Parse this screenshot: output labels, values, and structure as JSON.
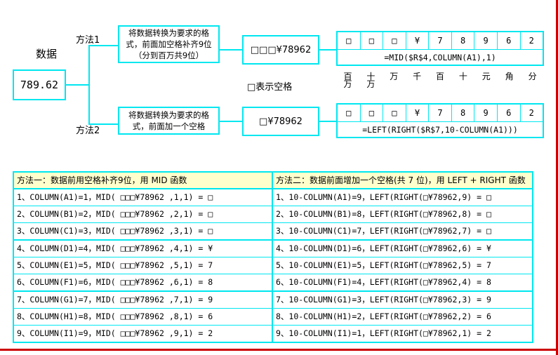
{
  "colors": {
    "accent_cyan": "#00e7f0",
    "header_yellow": "#ffffcc",
    "page_rule_red": "#cc0000",
    "text": "#000000"
  },
  "diagram": {
    "data_title": "数据",
    "data_value": "789.62",
    "method1_label": "方法1",
    "method2_label": "方法2",
    "method1_desc_lines": [
      "将数据转换为要求的格",
      "式，前面加空格补齐9位",
      "（分到百万共9位）"
    ],
    "method2_desc_lines": [
      "将数据转换为要求的格",
      "式，前面加一个空格"
    ],
    "sample1": "□□□¥78962",
    "sample2": "□¥78962",
    "blank_note": "□表示空格",
    "strip1": {
      "cells": [
        "□",
        "□",
        "□",
        "¥",
        "7",
        "8",
        "9",
        "6",
        "2"
      ],
      "formula": "=MID($R$4,COLUMN(A1),1)"
    },
    "strip2": {
      "cells": [
        "□",
        "□",
        "□",
        "¥",
        "7",
        "8",
        "9",
        "6",
        "2"
      ],
      "formula": "=LEFT(RIGHT($R$7,10-COLUMN(A1)))"
    },
    "units": [
      {
        "top": "百",
        "bottom": "万"
      },
      {
        "top": "十",
        "bottom": "万"
      },
      {
        "top": "",
        "bottom": "万"
      },
      {
        "top": "",
        "bottom": "千"
      },
      {
        "top": "",
        "bottom": "百"
      },
      {
        "top": "",
        "bottom": "十"
      },
      {
        "top": "",
        "bottom": "元"
      },
      {
        "top": "",
        "bottom": "角"
      },
      {
        "top": "",
        "bottom": "分"
      }
    ]
  },
  "tables": {
    "left": {
      "header": "方法一：数据前用空格补齐9位，用 MID 函数",
      "rows": [
        "1、COLUMN(A1)=1，MID( □□□¥78962 ,1,1) = □",
        "2、COLUMN(B1)=2，MID( □□□¥78962 ,2,1) = □",
        "3、COLUMN(C1)=3，MID( □□□¥78962 ,3,1) = □",
        "4、COLUMN(D1)=4，MID( □□□¥78962 ,4,1) = ¥",
        "5、COLUMN(E1)=5，MID( □□□¥78962 ,5,1) = 7",
        "6、COLUMN(F1)=6，MID( □□□¥78962 ,6,1) = 8",
        "7、COLUMN(G1)=7，MID( □□□¥78962 ,7,1) = 9",
        "8、COLUMN(H1)=8，MID( □□□¥78962 ,8,1) = 6",
        "9、COLUMN(I1)=9，MID( □□□¥78962 ,9,1) = 2"
      ]
    },
    "right": {
      "header": "方法二：数据前面增加一个空格(共 7 位)，用 LEFT + RIGHT 函数",
      "rows": [
        "1、10-COLUMN(A1)=9，LEFT(RIGHT(□¥78962,9) = □",
        "2、10-COLUMN(B1)=8，LEFT(RIGHT(□¥78962,8) = □",
        "3、10-COLUMN(C1)=7，LEFT(RIGHT(□¥78962,7) = □",
        "4、10-COLUMN(D1)=6，LEFT(RIGHT(□¥78962,6) = ¥",
        "5、10-COLUMN(E1)=5，LEFT(RIGHT(□¥78962,5) = 7",
        "6、10-COLUMN(F1)=4，LEFT(RIGHT(□¥78962,4) = 8",
        "7、10-COLUMN(G1)=3，LEFT(RIGHT(□¥78962,3) = 9",
        "8、10-COLUMN(H1)=2，LEFT(RIGHT(□¥78962,2) = 6",
        "9、10-COLUMN(I1)=1，LEFT(RIGHT(□¥78962,1) = 2"
      ]
    }
  }
}
